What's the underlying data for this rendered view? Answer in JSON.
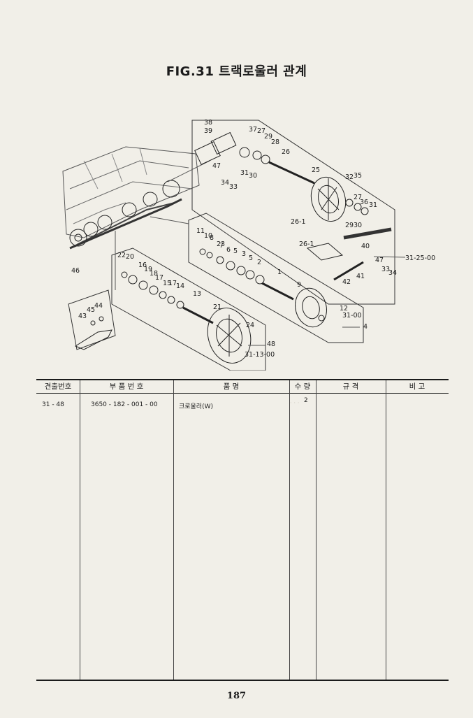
{
  "title": "FIG.31 트랙로울러 관계",
  "diagram": {
    "labels": [
      "38",
      "39",
      "37",
      "27",
      "29",
      "28",
      "26",
      "47",
      "31",
      "30",
      "34",
      "33",
      "25",
      "32",
      "35",
      "27",
      "36",
      "31",
      "29",
      "30",
      "26-1",
      "40",
      "47",
      "33",
      "34",
      "42",
      "41",
      "31-25-00",
      "26-1",
      "11",
      "10",
      "8",
      "7",
      "6",
      "5",
      "3",
      "5",
      "2",
      "1",
      "9",
      "12",
      "31-00",
      "4",
      "23",
      "22",
      "20",
      "16",
      "19",
      "18",
      "17",
      "15",
      "17",
      "14",
      "13",
      "21",
      "24",
      "31-13-00",
      "48",
      "46",
      "43",
      "45",
      "44"
    ]
  },
  "table": {
    "headers": [
      "견출번호",
      "부 품 번 호",
      "품 명",
      "수 량",
      "규 격",
      "비 고"
    ],
    "rows": [
      {
        "ref": "31 - 48",
        "part_no": "3650 - 182 - 001 - 00",
        "name": "크로울러(W)",
        "qty": "2",
        "spec": "",
        "note": ""
      }
    ]
  },
  "page_number": "187"
}
